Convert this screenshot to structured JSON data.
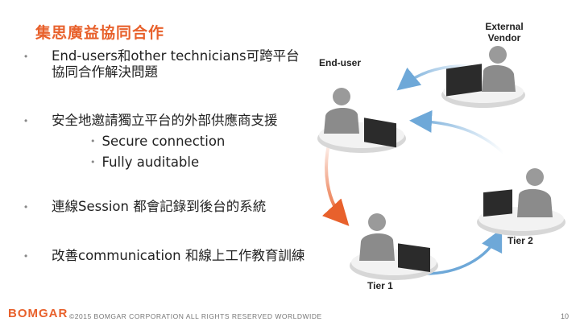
{
  "slide": {
    "title": "集思廣益協同合作",
    "bullets": [
      {
        "text": "End-users和other technicians可跨平台協同合作解決問題"
      },
      {
        "text": "安全地邀請獨立平台的外部供應商支援"
      },
      {
        "text": "連線Session 都會記錄到後台的系統"
      },
      {
        "text": "改善communication 和線上工作教育訓練"
      }
    ],
    "sub_bullets": [
      "Secure connection",
      "Fully auditable"
    ],
    "bullet_marker": "•"
  },
  "diagram": {
    "labels": {
      "end_user": "End-user",
      "external_vendor_line1": "External",
      "external_vendor_line2": "Vendor",
      "tier2": "Tier 2",
      "tier1": "Tier 1"
    },
    "colors": {
      "arrow_blue": "#6ea8d8",
      "arrow_orange": "#e8612c"
    },
    "icons": [
      "person-at-computer-icon"
    ]
  },
  "footer": {
    "logo": "BOMGAR",
    "copyright": "©2015 BOMGAR CORPORATION ALL RIGHTS RESERVED WORLDWIDE",
    "page_number": "10"
  },
  "colors": {
    "accent": "#e8612c"
  }
}
